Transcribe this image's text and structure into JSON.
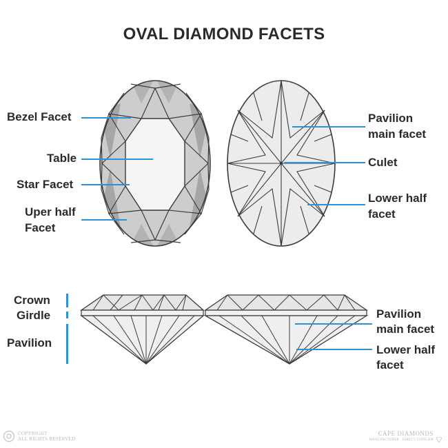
{
  "title": "OVAL DIAMOND FACETS",
  "top_left_labels": [
    {
      "id": "bezel",
      "text": "Bezel Facet"
    },
    {
      "id": "table",
      "text": "Table"
    },
    {
      "id": "star",
      "text": "Star Facet"
    },
    {
      "id": "upper_half",
      "line1": "Uper half",
      "line2": "Facet"
    }
  ],
  "top_right_labels": [
    {
      "id": "pavilion_main",
      "line1": "Pavilion",
      "line2": "main facet"
    },
    {
      "id": "culet",
      "text": "Culet"
    },
    {
      "id": "lower_half",
      "line1": "Lower half",
      "line2": "facet"
    }
  ],
  "side_labels": {
    "crown": "Crown",
    "girdle": "Girdle",
    "pavilion": "Pavilion"
  },
  "side_right_labels": [
    {
      "id": "side_pavilion_main",
      "line1": "Pavilion",
      "line2": "main facet"
    },
    {
      "id": "side_lower_half",
      "line1": "Lower half",
      "line2": "facet"
    }
  ],
  "footer": {
    "copyright_line1": "COPYRIGHT",
    "copyright_line2": "ALL RIGHTS RESERVED",
    "brand": "CAPE DIAMONDS",
    "brand_tagline": "MANUFACTURER · DIRECT SUPPLIER"
  },
  "colors": {
    "leader": "#2a93d5",
    "outline": "#3a3a3a",
    "shade_dark": "#a9a9a9",
    "shade_light": "#d6d6d6",
    "fill": "#eeeeee"
  }
}
